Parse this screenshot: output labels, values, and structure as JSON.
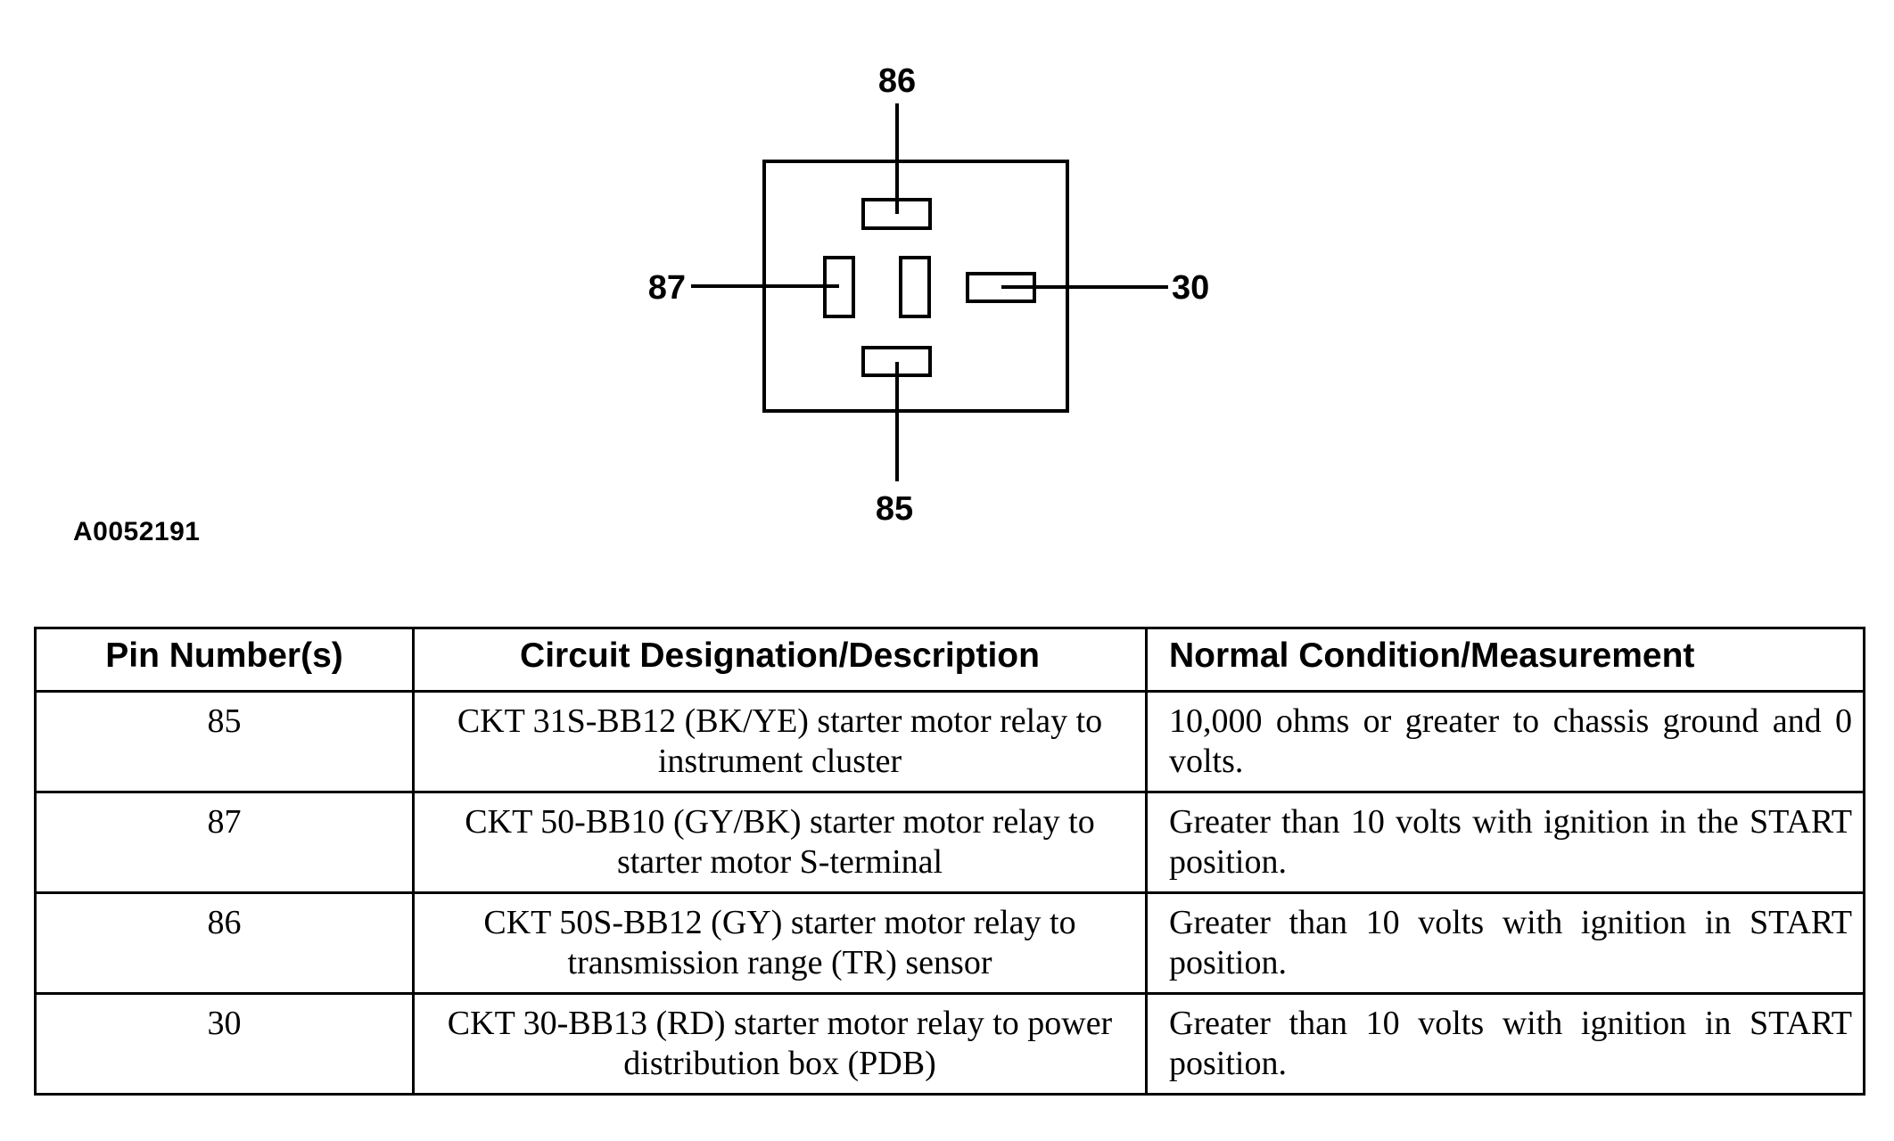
{
  "diagram": {
    "pin_labels": {
      "top": "86",
      "left": "87",
      "right": "30",
      "bottom": "85"
    },
    "figure_id": "A0052191"
  },
  "table": {
    "headers": {
      "pin": "Pin Number(s)",
      "circuit": "Circuit Designation/Description",
      "condition": "Normal Condition/Measurement"
    },
    "rows": [
      {
        "pin": "85",
        "circuit": "CKT 31S-BB12 (BK/YE) starter motor relay to instrument cluster",
        "condition": "10,000 ohms or greater to chassis ground and 0 volts."
      },
      {
        "pin": "87",
        "circuit": "CKT 50-BB10 (GY/BK) starter motor relay to starter motor S-terminal",
        "condition": "Greater than 10 volts with ignition in the START position."
      },
      {
        "pin": "86",
        "circuit": "CKT 50S-BB12 (GY) starter motor relay to transmission range (TR) sensor",
        "condition": "Greater than 10 volts with ignition in START position."
      },
      {
        "pin": "30",
        "circuit": "CKT 30-BB13 (RD) starter motor relay to power distribution box (PDB)",
        "condition": "Greater than 10 volts with ignition in START position."
      }
    ]
  }
}
